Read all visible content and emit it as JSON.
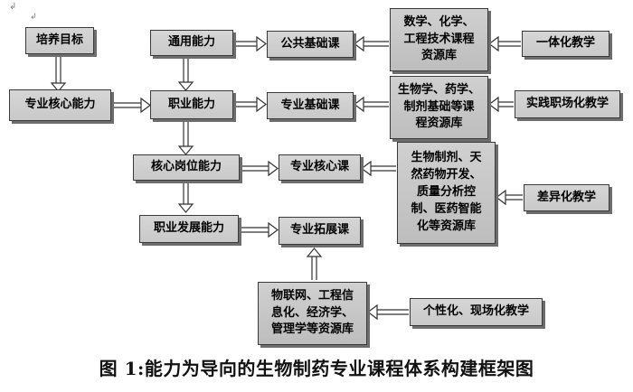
{
  "marks": {
    "top_left": "↲",
    "top_left_2": "↲"
  },
  "nodes": {
    "training_goal": "培养目标",
    "core_ability": "专业核心能力",
    "general_ability": "通用能力",
    "vocational_ability": "职业能力",
    "key_post_ability": "核心岗位能力",
    "career_dev_ability": "职业发展能力",
    "public_basic_course": "公共基础课",
    "major_basic_course": "专业基础课",
    "major_core_course": "专业核心课",
    "major_ext_course": "专业拓展课",
    "res_math": "数学、化学、\n工程技术课程\n资源库",
    "res_bio": "生物学、药学、\n制剂基础等课\n程资源库",
    "res_pharma": "生物制剂、天\n然药物开发、\n质量分析控\n制、医药智能\n化等资源库",
    "res_iot": "物联网、工程信\n息化、经济学、\n管理学等资源库",
    "m_integrated": "一体化教学",
    "m_practice": "实践职场化教学",
    "m_diff": "差异化教学",
    "m_personal": "个性化、现场化教学"
  },
  "caption": "图 1:能力为导向的生物制药专业课程体系构建框架图"
}
